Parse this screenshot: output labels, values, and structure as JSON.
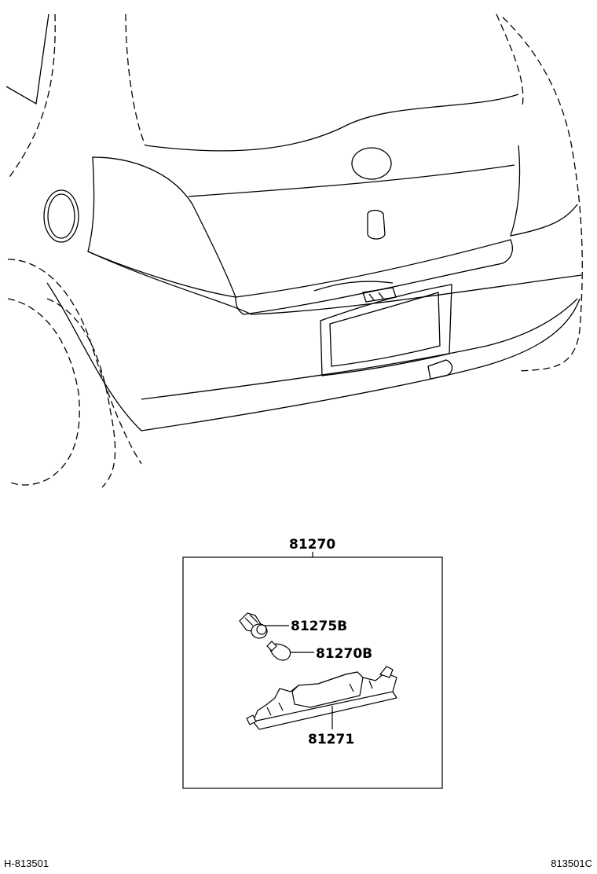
{
  "diagram": {
    "assembly_label": "81270",
    "parts": {
      "socket_label": "81275B",
      "bulb_label": "81270B",
      "lamp_body_label": "81271"
    },
    "footer": {
      "left_code": "H-813501",
      "right_code": "813501C"
    }
  }
}
